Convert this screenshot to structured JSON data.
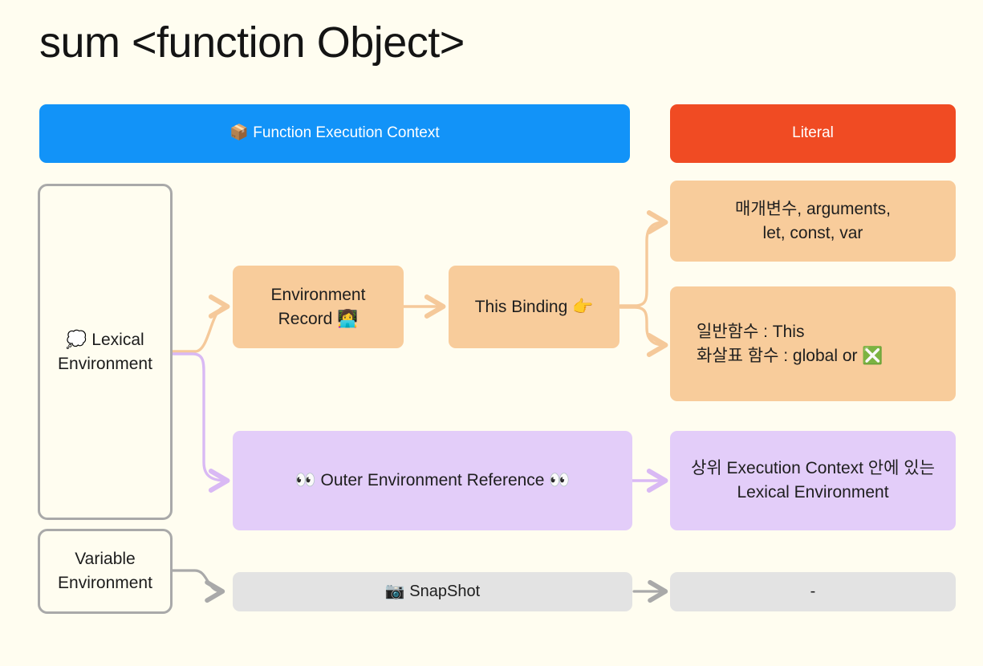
{
  "page": {
    "title": "sum <function Object>",
    "background_color": "#FFFDF0"
  },
  "colors": {
    "banner_blue": "#1293F8",
    "banner_red": "#F04B23",
    "orange_block": "#F8CC9B",
    "purple_block": "#E3CDF9",
    "gray_block": "#E3E3E3",
    "outline_stroke": "#A9A9A9",
    "orange_arrow": "#F5C99A",
    "purple_arrow": "#D9B9F4",
    "gray_arrow": "#A9A9A9"
  },
  "banners": {
    "left": {
      "label": "📦 Function Execution Context",
      "icon": "package-icon"
    },
    "right": {
      "label": "Literal"
    }
  },
  "columns": {
    "environment": [
      {
        "id": "lexical-environment",
        "label": "💭 Lexical\nEnvironment"
      },
      {
        "id": "variable-environment",
        "label": "Variable\nEnvironment"
      }
    ],
    "records": [
      {
        "id": "environment-record",
        "label": "Environment\nRecord 👩‍💻"
      },
      {
        "id": "this-binding",
        "label": "This Binding 👉"
      },
      {
        "id": "outer-environment-reference",
        "label": "👀 Outer Environment Reference 👀"
      },
      {
        "id": "snapshot",
        "label": "📷 SnapShot"
      }
    ],
    "literals": [
      {
        "id": "literal-bindings",
        "label": "매개변수, arguments,\nlet, const, var"
      },
      {
        "id": "literal-this",
        "label": "일반함수 : This\n화살표 함수 : global or ❎"
      },
      {
        "id": "literal-outer",
        "label": "상위 Execution Context 안에 있는\nLexical Environment"
      },
      {
        "id": "literal-snapshot",
        "label": "-"
      }
    ]
  },
  "connectors": [
    {
      "id": "lexical-to-environment-record",
      "color": "#F5C99A"
    },
    {
      "id": "lexical-to-outer-reference",
      "color": "#D9B9F4"
    },
    {
      "id": "environment-record-to-this-binding",
      "color": "#F5C99A"
    },
    {
      "id": "this-binding-to-literal-bindings",
      "color": "#F5C99A"
    },
    {
      "id": "this-binding-to-literal-this",
      "color": "#F5C99A"
    },
    {
      "id": "outer-reference-to-literal-outer",
      "color": "#D9B9F4"
    },
    {
      "id": "variable-environment-to-snapshot",
      "color": "#A9A9A9"
    },
    {
      "id": "snapshot-to-literal-snapshot",
      "color": "#A9A9A9"
    }
  ]
}
